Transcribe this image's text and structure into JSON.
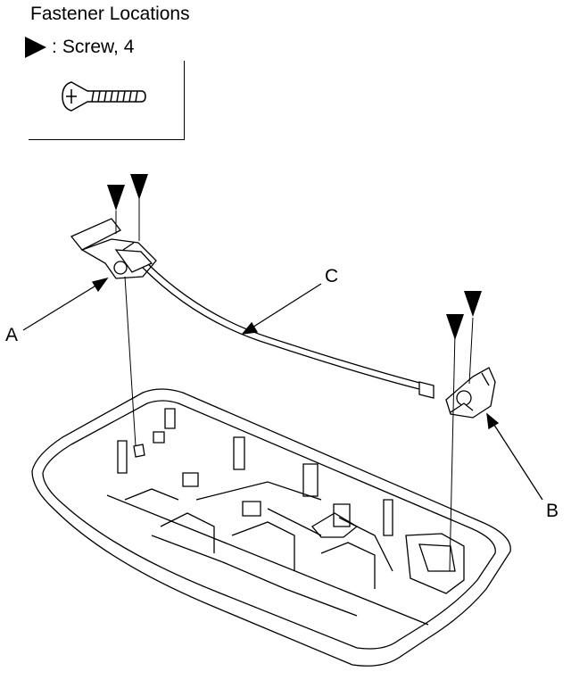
{
  "title": "Fastener Locations",
  "legend": {
    "separator": ":",
    "item_label": "Screw, 4",
    "symbol_icon": "filled-triangle-pointer",
    "fastener_icon": "flat-head-screw"
  },
  "callouts": {
    "a": "A",
    "b": "B",
    "c": "C"
  }
}
